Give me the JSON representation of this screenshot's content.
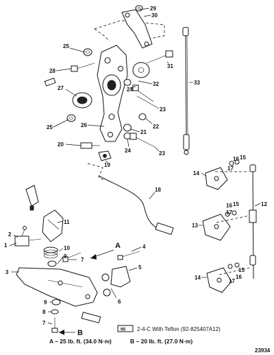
{
  "callouts": {
    "c1": "1",
    "c2": "2",
    "c3": "3",
    "c4": "4",
    "c5": "5",
    "c6": "6",
    "c7a": "7",
    "c7b": "7",
    "c8": "8",
    "c9a": "9",
    "c9b": "9",
    "c10": "10",
    "c11": "11",
    "c12": "12",
    "c13": "13",
    "c14a": "14",
    "c14b": "14",
    "c15a": "15",
    "c15b": "15",
    "c15c": "15",
    "c16a": "16",
    "c16b": "16",
    "c16c": "16",
    "c17a": "17",
    "c17b": "17",
    "c17c": "17",
    "c18": "18",
    "c19": "19",
    "c20": "20",
    "c21": "21",
    "c22": "22",
    "c23a": "23",
    "c23b": "23",
    "c24a": "24",
    "c24b": "24",
    "c25a": "25",
    "c25b": "25",
    "c26": "26",
    "c27": "27",
    "c28": "28",
    "c29": "29",
    "c30": "30",
    "c31": "31",
    "c32": "32",
    "c33": "33"
  },
  "torque_markers": {
    "a": "A",
    "b": "B"
  },
  "legend": {
    "sealant_code": "95",
    "sealant_text": "2-4-C With Teflon (92-825407A12)",
    "torque_a": "A – 25 lb. ft. (34.0 N·m)",
    "torque_b": "B – 20 lb. ft. (27.0 N·m)"
  },
  "figure_ref": "23934"
}
